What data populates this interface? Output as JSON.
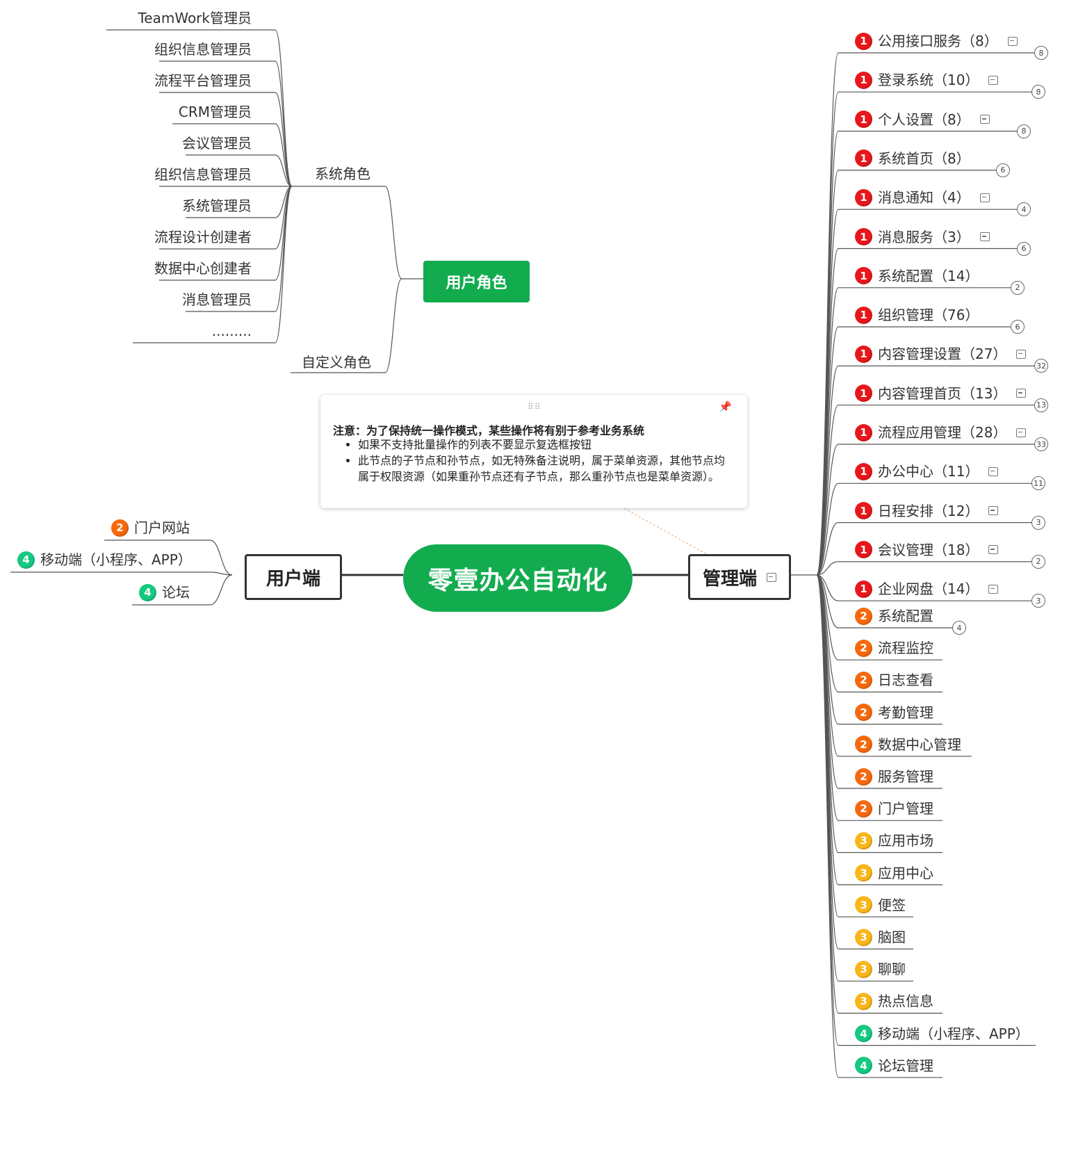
{
  "root": {
    "label": "零壹办公自动化"
  },
  "colors": {
    "root_green": "#12ac4f",
    "p1": "#e8171c",
    "p2": "#f5690c",
    "p3": "#f8b618",
    "p4": "#15c97f"
  },
  "user_side": {
    "label": "用户端",
    "items": [
      {
        "priority": 2,
        "label": "门户网站"
      },
      {
        "priority": 4,
        "label": "移动端（小程序、APP）"
      },
      {
        "priority": 4,
        "label": "论坛"
      }
    ]
  },
  "user_roles": {
    "label": "用户角色",
    "system_roles": {
      "label": "系统角色",
      "items": [
        "TeamWork管理员",
        "组织信息管理员",
        "流程平台管理员",
        "CRM管理员",
        "会议管理员",
        "组织信息管理员",
        "系统管理员",
        "流程设计创建者",
        "数据中心创建者",
        "消息管理员",
        "........."
      ]
    },
    "custom_roles": {
      "label": "自定义角色"
    }
  },
  "admin_side": {
    "label": "管理端",
    "items": [
      {
        "priority": 1,
        "label": "公用接口服务（8）",
        "note": true,
        "count": "8"
      },
      {
        "priority": 1,
        "label": "登录系统（10）",
        "note": true,
        "count": "8"
      },
      {
        "priority": 1,
        "label": "个人设置（8）",
        "note": true,
        "count": "8"
      },
      {
        "priority": 1,
        "label": "系统首页（8）",
        "note": false,
        "count": "6"
      },
      {
        "priority": 1,
        "label": "消息通知（4）",
        "note": true,
        "count": "4"
      },
      {
        "priority": 1,
        "label": "消息服务（3）",
        "note": true,
        "count": "6"
      },
      {
        "priority": 1,
        "label": "系统配置（14）",
        "note": false,
        "count": "2"
      },
      {
        "priority": 1,
        "label": "组织管理（76）",
        "note": false,
        "count": "6"
      },
      {
        "priority": 1,
        "label": "内容管理设置（27）",
        "note": true,
        "count": "32"
      },
      {
        "priority": 1,
        "label": "内容管理首页（13）",
        "note": true,
        "count": "13"
      },
      {
        "priority": 1,
        "label": "流程应用管理（28）",
        "note": true,
        "count": "33"
      },
      {
        "priority": 1,
        "label": "办公中心（11）",
        "note": true,
        "count": "11"
      },
      {
        "priority": 1,
        "label": "日程安排（12）",
        "note": true,
        "count": "3"
      },
      {
        "priority": 1,
        "label": "会议管理（18）",
        "note": true,
        "count": "2"
      },
      {
        "priority": 1,
        "label": "企业网盘（14）",
        "note": true,
        "count": "3"
      },
      {
        "priority": 2,
        "label": "系统配置",
        "note": false,
        "count": "4"
      },
      {
        "priority": 2,
        "label": "流程监控",
        "note": false,
        "count": ""
      },
      {
        "priority": 2,
        "label": "日志查看",
        "note": false,
        "count": ""
      },
      {
        "priority": 2,
        "label": "考勤管理",
        "note": false,
        "count": ""
      },
      {
        "priority": 2,
        "label": "数据中心管理",
        "note": false,
        "count": ""
      },
      {
        "priority": 2,
        "label": "服务管理",
        "note": false,
        "count": ""
      },
      {
        "priority": 2,
        "label": "门户管理",
        "note": false,
        "count": ""
      },
      {
        "priority": 3,
        "label": "应用市场",
        "note": false,
        "count": ""
      },
      {
        "priority": 3,
        "label": "应用中心",
        "note": false,
        "count": ""
      },
      {
        "priority": 3,
        "label": "便签",
        "note": false,
        "count": ""
      },
      {
        "priority": 3,
        "label": "脑图",
        "note": false,
        "count": ""
      },
      {
        "priority": 3,
        "label": "聊聊",
        "note": false,
        "count": ""
      },
      {
        "priority": 3,
        "label": "热点信息",
        "note": false,
        "count": ""
      },
      {
        "priority": 4,
        "label": "移动端（小程序、APP）",
        "note": false,
        "count": ""
      },
      {
        "priority": 4,
        "label": "论坛管理",
        "note": false,
        "count": ""
      }
    ]
  },
  "note": {
    "title": "注意：为了保持统一操作模式，某些操作将有别于参考业务系统",
    "bullets": [
      "如果不支持批量操作的列表不要显示复选框按钮",
      "此节点的子节点和孙节点，如无特殊备注说明，属于菜单资源，其他节点均属于权限资源（如果重孙节点还有子节点，那么重孙节点也是菜单资源）。"
    ]
  }
}
